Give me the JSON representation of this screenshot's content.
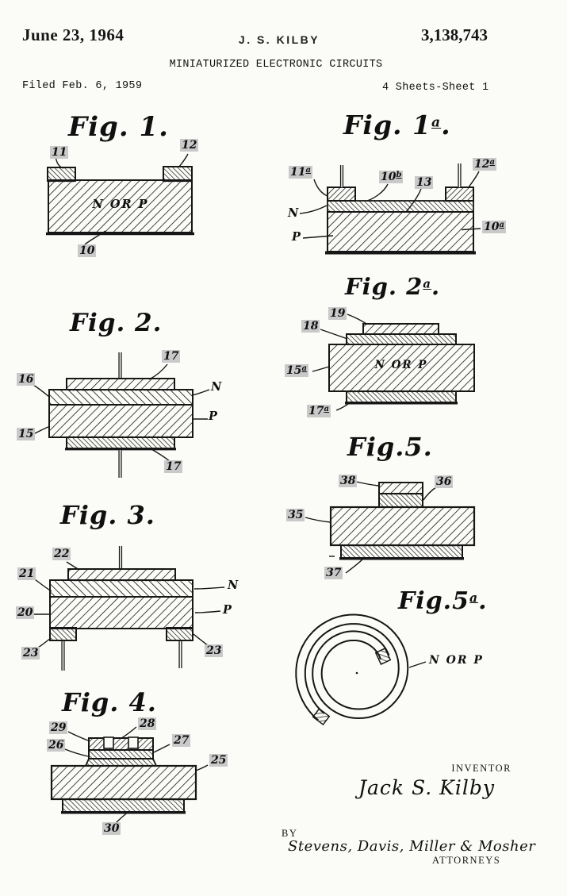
{
  "header": {
    "issue_date": "June 23, 1964",
    "inventor_name": "J. S. KILBY",
    "patent_number": "3,138,743",
    "title": "MINIATURIZED ELECTRONIC CIRCUITS",
    "filed_line": "Filed Feb. 6, 1959",
    "sheet_line": "4 Sheets-Sheet 1"
  },
  "figures": {
    "fig1": {
      "title": "Fig. 1.",
      "labels": {
        "r11": "11",
        "r12": "12",
        "r10": "10",
        "material": "N OR P"
      }
    },
    "fig1a": {
      "title": "Fig. 1",
      "sup": "a",
      "tail": ".",
      "labels": {
        "r11a": {
          "t": "11",
          "s": "a"
        },
        "r10b": {
          "t": "10",
          "s": "b"
        },
        "r13": "13",
        "r12a": {
          "t": "12",
          "s": "a"
        },
        "n": "N",
        "p": "P",
        "r10a": {
          "t": "10",
          "s": "a"
        }
      }
    },
    "fig2": {
      "title": "Fig. 2.",
      "labels": {
        "r17_top": "17",
        "r16": "16",
        "n": "N",
        "p": "P",
        "r15": "15",
        "r17_bottom": "17"
      }
    },
    "fig2a": {
      "title": "Fig. 2",
      "sup": "a",
      "tail": ".",
      "labels": {
        "r19": "19",
        "r18": "18",
        "r15a": {
          "t": "15",
          "s": "a"
        },
        "material": "N OR P",
        "r17a": {
          "t": "17",
          "s": "a"
        }
      }
    },
    "fig3": {
      "title": "Fig. 3.",
      "labels": {
        "r22": "22",
        "r21": "21",
        "r20": "20",
        "r23_left": "23",
        "r23_right": "23",
        "n": "N",
        "p": "P"
      }
    },
    "fig4": {
      "title": "Fig. 4.",
      "labels": {
        "r29": "29",
        "r28": "28",
        "r26": "26",
        "r27": "27",
        "r25": "25",
        "r30": "30"
      }
    },
    "fig5": {
      "title": "Fig.5.",
      "labels": {
        "r38": "38",
        "r36": "36",
        "r35": "35",
        "r37": "37"
      }
    },
    "fig5a": {
      "title": "Fig.5",
      "sup": "a",
      "tail": ".",
      "labels": {
        "material": "N OR P"
      }
    }
  },
  "footer": {
    "inventor_caption": "INVENTOR",
    "inventor_signature": "Jack S. Kilby",
    "by_label": "BY",
    "attorney_signature": "Stevens, Davis, Miller & Mosher",
    "attorney_caption": "ATTORNEYS"
  }
}
